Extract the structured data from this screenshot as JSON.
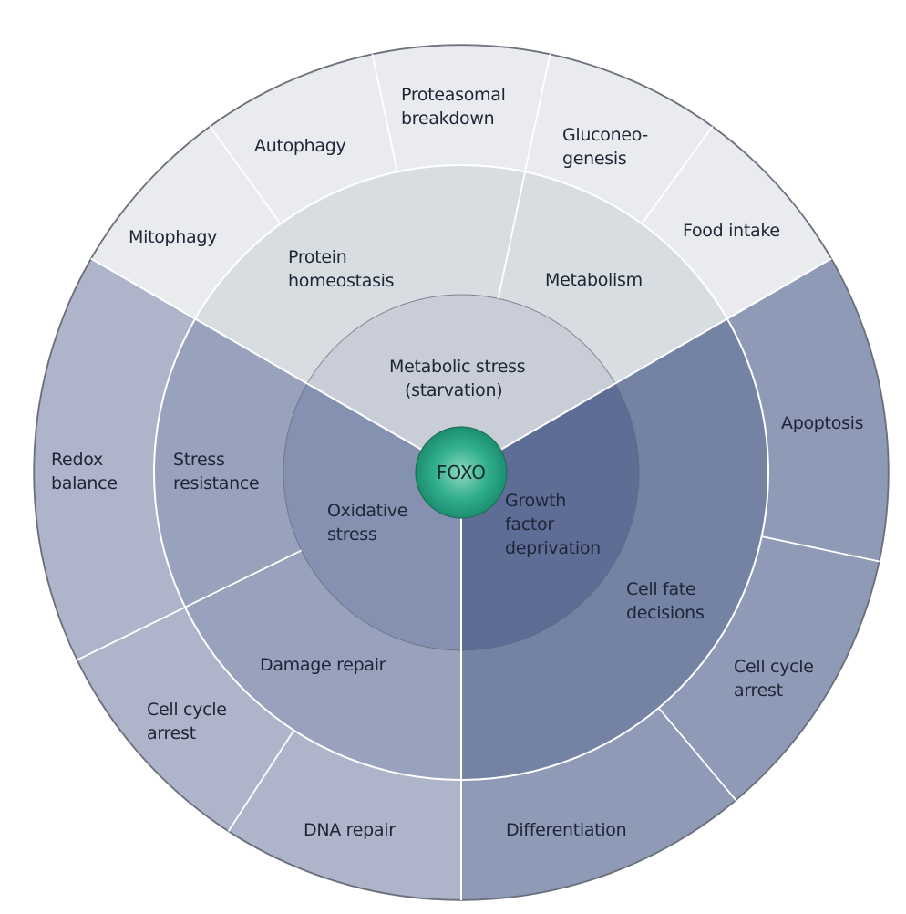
{
  "center": {
    "label": "FOXO",
    "color": "#2aa787"
  },
  "colors": {
    "top": {
      "outer": "#e9ebef",
      "middle": "#d8dde2",
      "inner": "#c9cdd8"
    },
    "left": {
      "outer": "#aeb4c9",
      "middle": "#98a2bd",
      "inner": "#8591b0"
    },
    "right": {
      "outer": "#8e9ab6",
      "middle": "#7482a4",
      "inner": "#5e6d95"
    },
    "divider": "#ffffff",
    "rim": "#6b6f7a",
    "text": "#1e2536"
  },
  "sectors": {
    "top": {
      "inner": {
        "lines": [
          "Metabolic stress",
          "(starvation)"
        ]
      },
      "middle": [
        {
          "lines": [
            "Protein",
            "homeostasis"
          ]
        },
        {
          "lines": [
            "Metabolism"
          ]
        }
      ],
      "outer": [
        {
          "lines": [
            "Mitophagy"
          ]
        },
        {
          "lines": [
            "Autophagy"
          ]
        },
        {
          "lines": [
            "Proteasomal",
            "breakdown"
          ]
        },
        {
          "lines": [
            "Gluconeo-",
            "genesis"
          ]
        },
        {
          "lines": [
            "Food intake"
          ]
        }
      ]
    },
    "left": {
      "inner": {
        "lines": [
          "Oxidative",
          "stress"
        ]
      },
      "middle": [
        {
          "lines": [
            "Stress",
            "resistance"
          ]
        },
        {
          "lines": [
            "Damage repair"
          ]
        }
      ],
      "outer": [
        {
          "lines": [
            "Redox",
            "balance"
          ]
        },
        {
          "lines": [
            "Cell cycle",
            "arrest"
          ]
        },
        {
          "lines": [
            "DNA repair"
          ]
        }
      ]
    },
    "right": {
      "inner": {
        "lines": [
          "Growth",
          "factor",
          "deprivation"
        ]
      },
      "middle": [
        {
          "lines": [
            "Cell fate",
            "decisions"
          ]
        }
      ],
      "outer": [
        {
          "lines": [
            "Differentiation"
          ]
        },
        {
          "lines": [
            "Cell cycle",
            "arrest"
          ]
        },
        {
          "lines": [
            "Apoptosis"
          ]
        }
      ]
    }
  }
}
